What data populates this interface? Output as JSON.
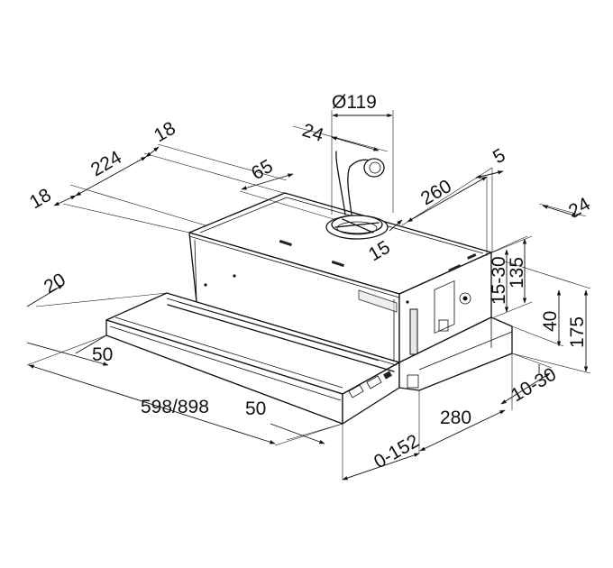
{
  "dimensions": {
    "d18_left": "18",
    "d224": "224",
    "d18_top": "18",
    "d24_duct": "24",
    "d119": "Ø119",
    "d65": "65",
    "d260": "260",
    "d5": "5",
    "d24_right": "24",
    "d15": "15",
    "d20": "20",
    "d15_30": "15-30",
    "d135": "135",
    "d40": "40",
    "d175": "175",
    "d50_left": "50",
    "d598_898": "598/898",
    "d50_front": "50",
    "d280": "280",
    "d10_30": "10-30",
    "d0_152": "0-152"
  }
}
